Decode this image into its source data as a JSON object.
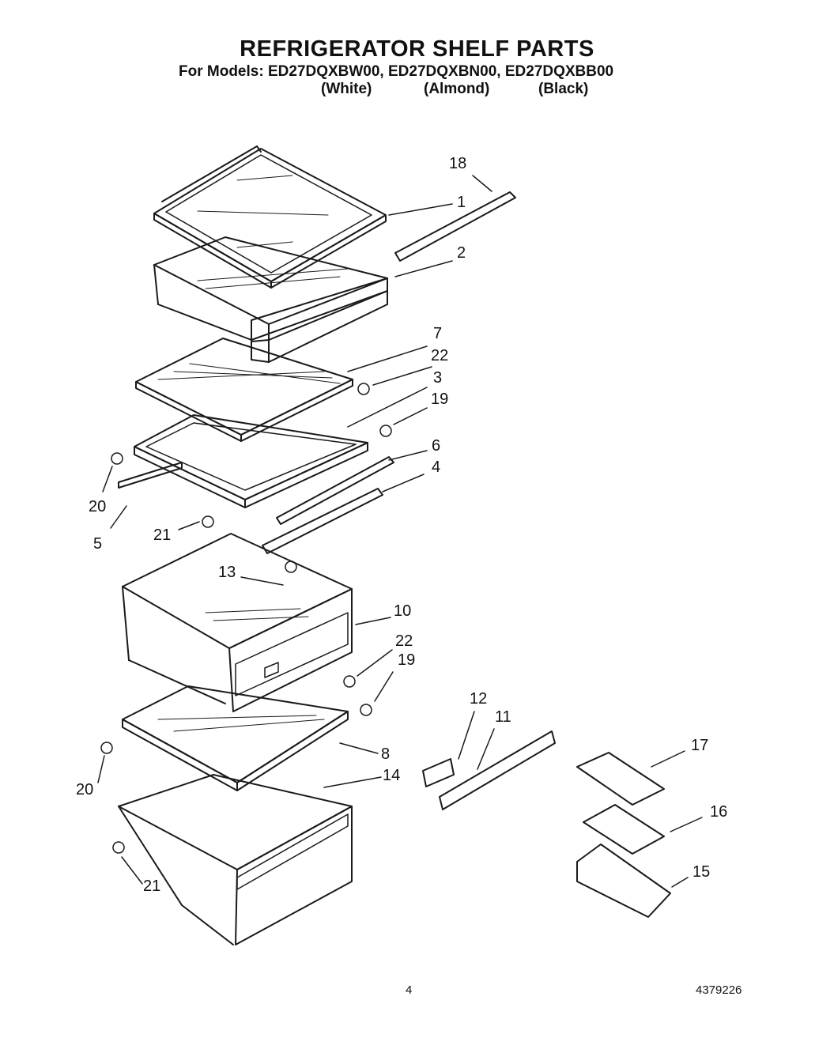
{
  "header": {
    "title": "REFRIGERATOR SHELF PARTS",
    "models_line": "For Models: ED27DQXBW00, ED27DQXBN00, ED27DQXBB00",
    "colors": [
      "(White)",
      "(Almond)",
      "(Black)"
    ]
  },
  "callouts": [
    "18",
    "1",
    "2",
    "7",
    "22",
    "3",
    "19",
    "6",
    "4",
    "20",
    "5",
    "21",
    "13",
    "10",
    "22",
    "19",
    "12",
    "11",
    "8",
    "14",
    "17",
    "16",
    "20",
    "21",
    "15"
  ],
  "footer": {
    "page_number": "4",
    "doc_number": "4379226"
  },
  "colors": {
    "line": "#1a1a1a",
    "background": "#ffffff"
  }
}
